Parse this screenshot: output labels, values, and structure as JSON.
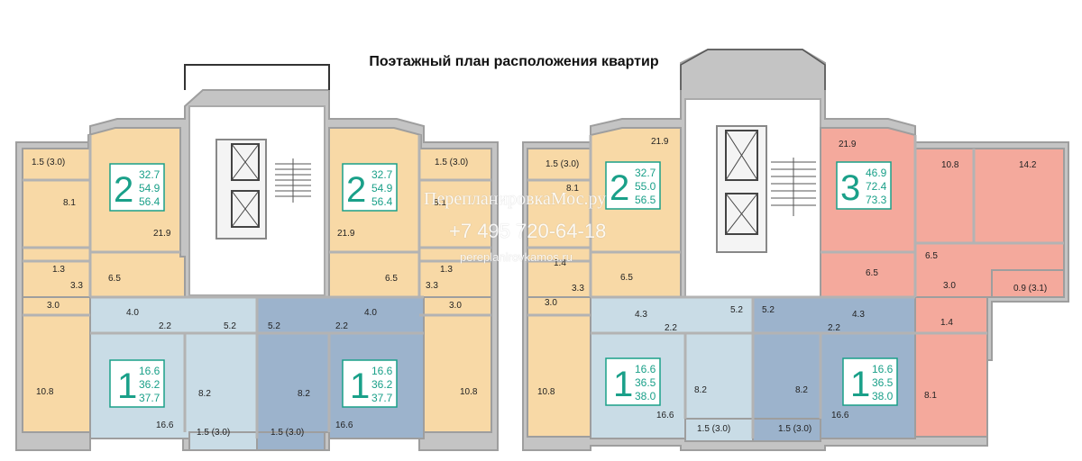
{
  "title": "Поэтажный план расположения квартир",
  "watermark": {
    "line1": "ПерепланировкаМос.ру",
    "line2": "+7 495 720-64-18",
    "line3": "pereplanirovkamos.ru"
  },
  "colors": {
    "orange": "#f8d9a6",
    "lightblue": "#c9dce6",
    "darkblue": "#9cb3cc",
    "salmon": "#f4a99c",
    "wall": "#b8b8b8",
    "accent": "#1aa089"
  },
  "apartments": [
    {
      "rooms": "2",
      "areas": [
        "32.7",
        "54.9",
        "56.4"
      ]
    },
    {
      "rooms": "2",
      "areas": [
        "32.7",
        "54.9",
        "56.4"
      ]
    },
    {
      "rooms": "1",
      "areas": [
        "16.6",
        "36.2",
        "37.7"
      ]
    },
    {
      "rooms": "1",
      "areas": [
        "16.6",
        "36.2",
        "37.7"
      ]
    },
    {
      "rooms": "2",
      "areas": [
        "32.7",
        "55.0",
        "56.5"
      ]
    },
    {
      "rooms": "3",
      "areas": [
        "46.9",
        "72.4",
        "73.3"
      ]
    },
    {
      "rooms": "1",
      "areas": [
        "16.6",
        "36.5",
        "38.0"
      ]
    },
    {
      "rooms": "1",
      "areas": [
        "16.6",
        "36.5",
        "38.0"
      ]
    }
  ],
  "room_labels": [
    "1.5 (3.0)",
    "8.1",
    "21.9",
    "1.3",
    "3.3",
    "6.5",
    "3.0",
    "10.8",
    "1.5 (3.0)",
    "8.1",
    "21.9",
    "6.5",
    "1.3",
    "3.3",
    "3.0",
    "10.8",
    "4.0",
    "2.2",
    "5.2",
    "8.2",
    "16.6",
    "1.5 (3.0)",
    "5.2",
    "2.2",
    "4.0",
    "8.2",
    "16.6",
    "1.5 (3.0)",
    "1.5 (3.0)",
    "8.1",
    "21.9",
    "1.4",
    "3.3",
    "6.5",
    "3.0",
    "10.8",
    "21.9",
    "10.8",
    "14.2",
    "6.5",
    "6.5",
    "3.0",
    "0.9 (3.1)",
    "1.4",
    "8.1",
    "4.3",
    "2.2",
    "5.2",
    "8.2",
    "16.6",
    "1.5 (3.0)",
    "5.2",
    "4.3",
    "2.2",
    "8.2",
    "16.6",
    "1.5 (3.0)"
  ]
}
